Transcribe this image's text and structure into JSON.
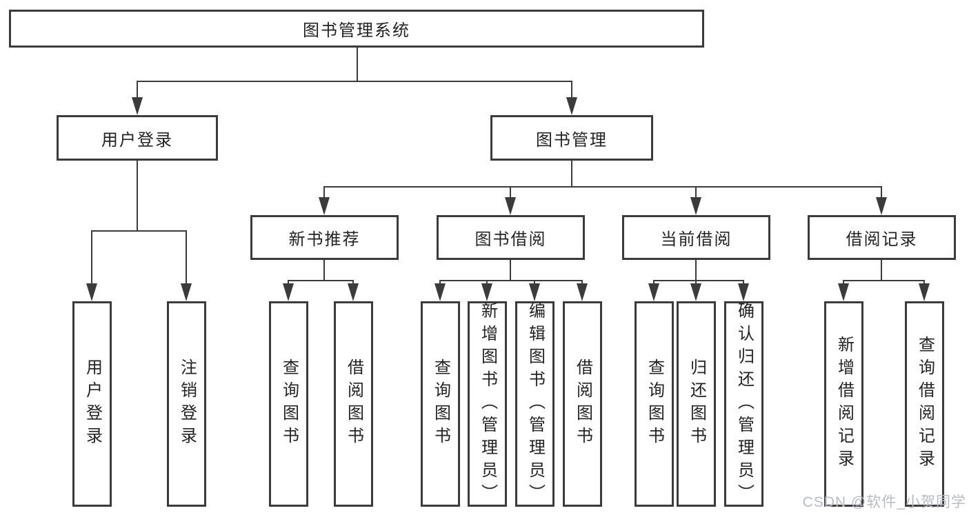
{
  "diagram": {
    "watermark": "CSDN @软件_小贺同学",
    "colors": {
      "line": "#3b3b3b",
      "text": "#232323",
      "background": "#ffffff",
      "watermark": "#b7bbc3"
    },
    "nodes": {
      "root": {
        "label": "图书管理系统"
      },
      "user_login": {
        "label": "用户登录"
      },
      "book_mgmt": {
        "label": "图书管理"
      },
      "new_book_rec": {
        "label": "新书推荐"
      },
      "book_borrow": {
        "label": "图书借阅"
      },
      "current_borrow": {
        "label": "当前借阅"
      },
      "borrow_records": {
        "label": "借阅记录"
      },
      "leaf_user_login": {
        "label": "用户登录"
      },
      "leaf_logout": {
        "label": "注销登录"
      },
      "leaf_query_books_1": {
        "label": "查询图书"
      },
      "leaf_borrow_books_1": {
        "label": "借阅图书"
      },
      "leaf_query_books_2": {
        "label": "查询图书"
      },
      "leaf_add_book": {
        "label": "新增图书（管理员）"
      },
      "leaf_edit_book": {
        "label": "编辑图书（管理员）"
      },
      "leaf_borrow_books_2": {
        "label": "借阅图书"
      },
      "leaf_query_books_3": {
        "label": "查询图书"
      },
      "leaf_return_book": {
        "label": "归还图书"
      },
      "leaf_confirm_return": {
        "label": "确认归还（管理员）"
      },
      "leaf_add_borrow_record": {
        "label": "新增借阅记录"
      },
      "leaf_query_borrow_record": {
        "label": "查询借阅记录"
      }
    },
    "hierarchy": {
      "图书管理系统": [
        "用户登录",
        "图书管理"
      ],
      "用户登录": [
        "用户登录",
        "注销登录"
      ],
      "图书管理": [
        "新书推荐",
        "图书借阅",
        "当前借阅",
        "借阅记录"
      ],
      "新书推荐": [
        "查询图书",
        "借阅图书"
      ],
      "图书借阅": [
        "查询图书",
        "新增图书（管理员）",
        "编辑图书（管理员）",
        "借阅图书"
      ],
      "当前借阅": [
        "查询图书",
        "归还图书",
        "确认归还（管理员）"
      ],
      "借阅记录": [
        "新增借阅记录",
        "查询借阅记录"
      ]
    }
  }
}
